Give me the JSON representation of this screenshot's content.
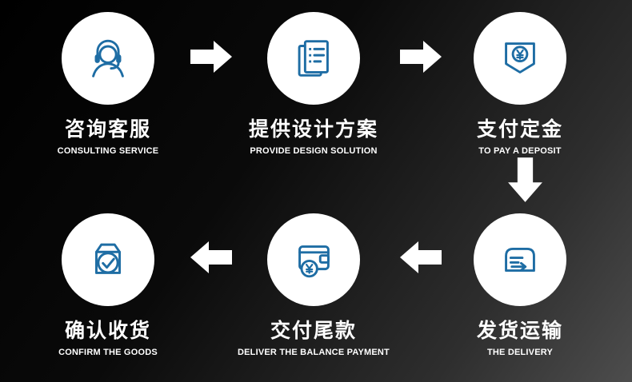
{
  "theme": {
    "circle_color": "#ffffff",
    "icon_color": "#1e6da4",
    "arrow_color": "#ffffff",
    "title_color": "#ffffff",
    "bg_start": "#000000",
    "bg_end": "#4d4d4d"
  },
  "steps": [
    {
      "order": 1,
      "icon": "customer-service-headset-icon",
      "title": "咨询客服",
      "subtitle": "CONSULTING SERVICE"
    },
    {
      "order": 2,
      "icon": "design-documents-icon",
      "title": "提供设计方案",
      "subtitle": "PROVIDE DESIGN SOLUTION"
    },
    {
      "order": 3,
      "icon": "deposit-payment-icon",
      "title": "支付定金",
      "subtitle": "TO PAY A DEPOSIT"
    },
    {
      "order": 4,
      "icon": "delivery-truck-icon",
      "title": "发货运输",
      "subtitle": "THE DELIVERY"
    },
    {
      "order": 5,
      "icon": "wallet-balance-icon",
      "title": "交付尾款",
      "subtitle": "DELIVER THE BALANCE PAYMENT"
    },
    {
      "order": 6,
      "icon": "package-confirm-icon",
      "title": "确认收货",
      "subtitle": "CONFIRM THE GOODS"
    }
  ]
}
